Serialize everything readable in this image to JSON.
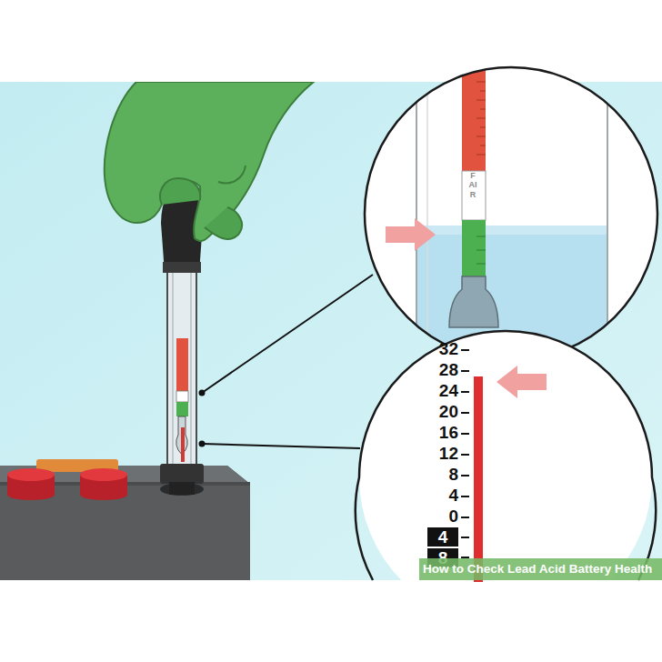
{
  "diagram": {
    "nodes": [
      {
        "text": [
          "4"
        ]
      },
      {
        "text": [
          "8"
        ]
      },
      {
        "text": [
          "How to Check Lead Acid Battery Health"
        ]
      }
    ],
    "labels": [
      "FAIR",
      "32",
      "28",
      "24",
      "20",
      "16",
      "12",
      "8",
      "4",
      "0"
    ]
  }
}
